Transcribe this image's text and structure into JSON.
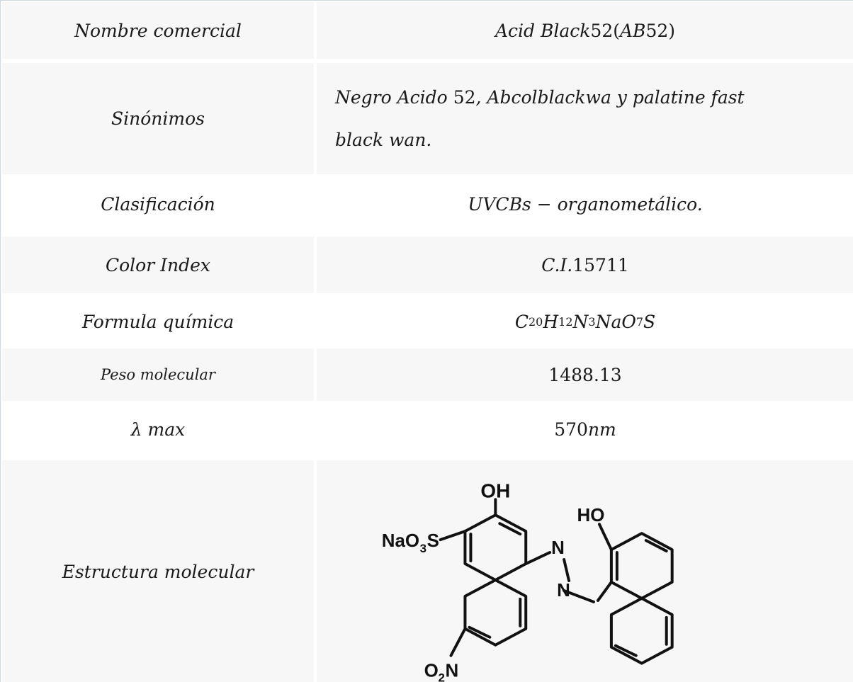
{
  "rows": [
    {
      "label": "Nombre comercial",
      "value_a": "Acid Black ",
      "value_b": "52",
      "value_c": " (",
      "value_d": "AB",
      "value_e": "52",
      "value_f": ")"
    },
    {
      "label": "Sinónimos",
      "line1_a": "Negro Acido ",
      "line1_b": "52",
      "line1_c": ", Abcolblackwa y palatine fast",
      "line2": "black wan."
    },
    {
      "label": "Clasificación",
      "value": "UVCBs − organometálico."
    },
    {
      "label": "Color Index",
      "value_a": "C.I. ",
      "value_b": "15711"
    },
    {
      "label": "Formula química",
      "formula": [
        {
          "t": "C",
          "s": "20"
        },
        {
          "t": "H",
          "s": "12"
        },
        {
          "t": "N",
          "s": "3"
        },
        {
          "t": "NaO",
          "s": "7"
        },
        {
          "t": "S",
          "s": ""
        }
      ]
    },
    {
      "label": "Peso molecular",
      "value": "1488.13"
    },
    {
      "label": "λ max",
      "value_a": "570 ",
      "value_b": "nm"
    },
    {
      "label": "Estructura molecular"
    }
  ],
  "structure": {
    "oh_top": "OH",
    "ho_right": "HO",
    "naso3": "NaO",
    "naso3_sub": "3",
    "naso3_s": "S",
    "n1": "N",
    "n2": "N",
    "o2n": "O",
    "o2n_sub": "2",
    "o2n_n": "N"
  }
}
